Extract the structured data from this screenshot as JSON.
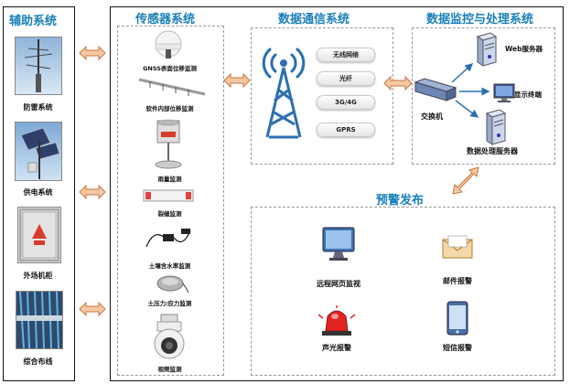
{
  "aux": {
    "title": "辅助系统",
    "items": [
      {
        "label": "防雷系统"
      },
      {
        "label": "供电系统"
      },
      {
        "label": "外场机柜"
      },
      {
        "label": "综合布线"
      }
    ]
  },
  "sensor": {
    "title": "传感器系统",
    "items": [
      {
        "label": "GNSS表面位移监测"
      },
      {
        "label": "软件内部位移监测"
      },
      {
        "label": "雨量监测"
      },
      {
        "label": "裂缝监测"
      },
      {
        "label": "土壤含水率监测"
      },
      {
        "label": "土压力/应力监测"
      },
      {
        "label": "视频监测"
      }
    ]
  },
  "comm": {
    "title": "数据通信系统",
    "channels": [
      "无线网络",
      "光纤",
      "3G/4G",
      "GPRS"
    ]
  },
  "monitor": {
    "title": "数据监控与处理系统",
    "web_server": "Web服务器",
    "display": "显示终端",
    "switch": "交换机",
    "data_server": "数据处理服务器"
  },
  "alert": {
    "title": "预警发布",
    "items": [
      {
        "label": "远程网页监视"
      },
      {
        "label": "邮件报警"
      },
      {
        "label": "声光报警"
      },
      {
        "label": "短信报警"
      }
    ]
  },
  "colors": {
    "title": "#1a7fb8",
    "arrow_fill": "#f6c9a3",
    "arrow_stroke": "#c8733e",
    "tower": "#2c6fb0"
  }
}
